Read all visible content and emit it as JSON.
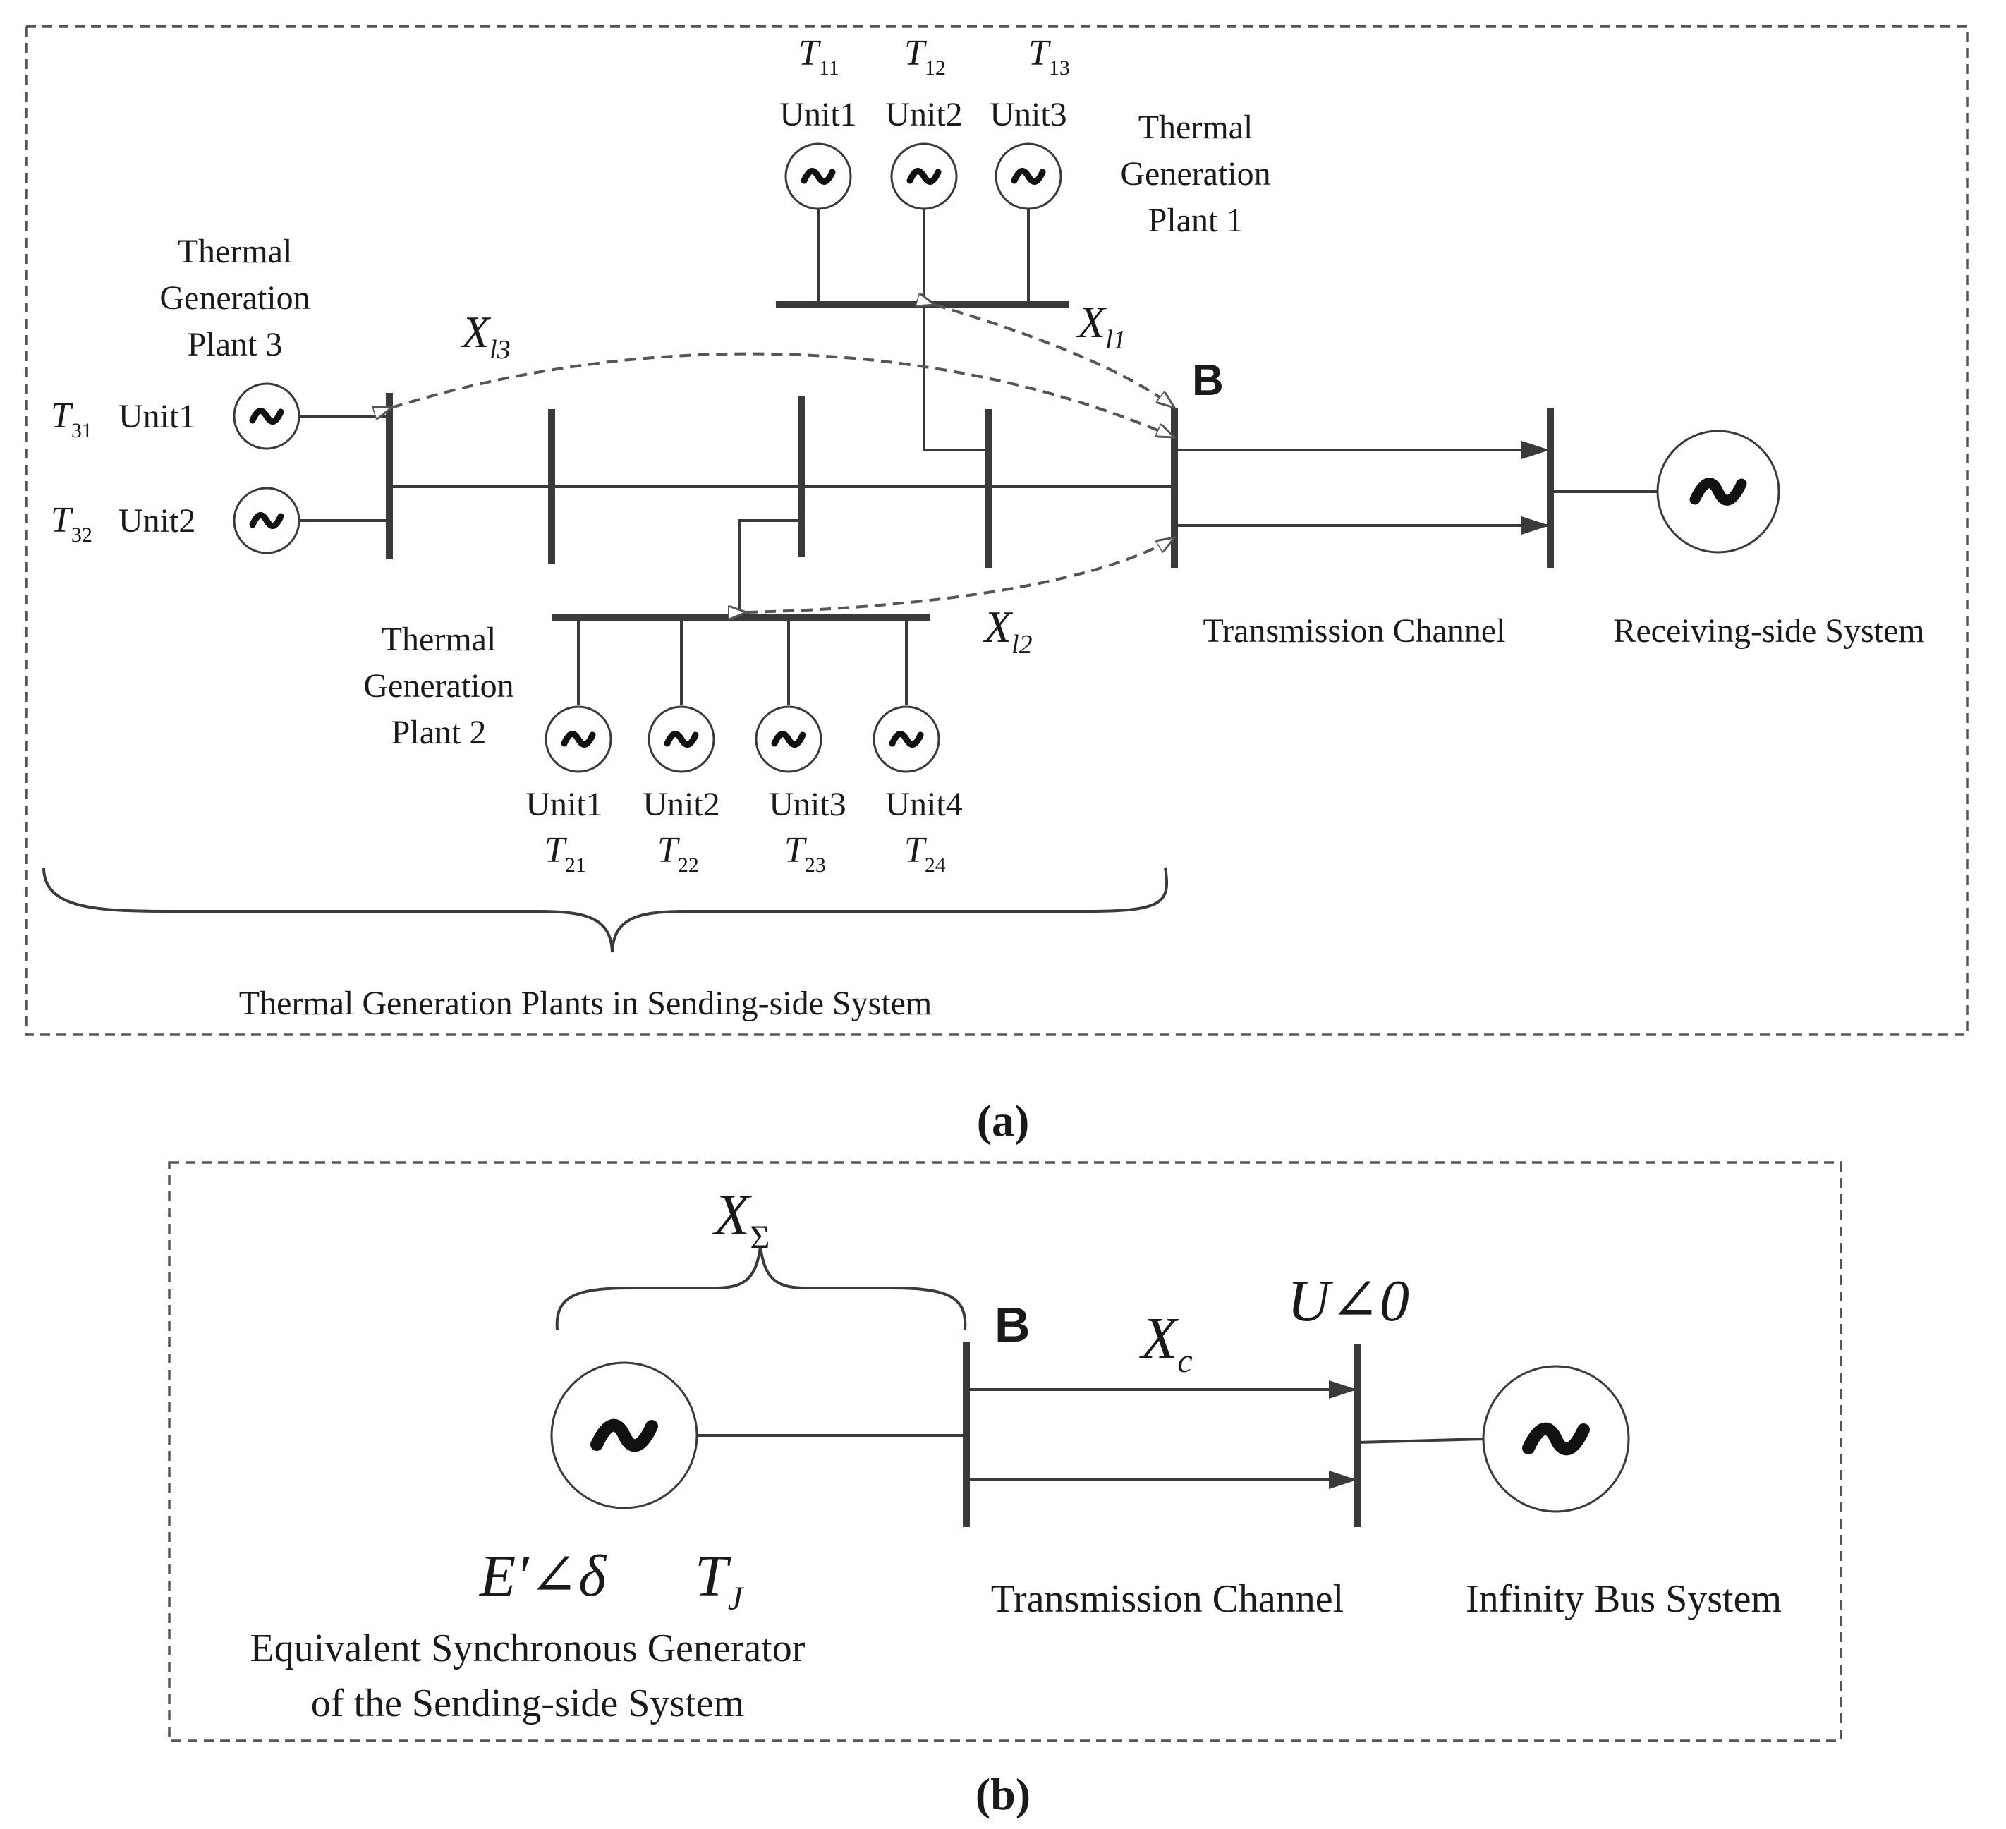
{
  "panel_a": {
    "plant1": {
      "title": [
        "Thermal",
        "Generation",
        "Plant 1"
      ],
      "units": [
        {
          "name": "Unit1",
          "t_main": "T",
          "t_sub": "11"
        },
        {
          "name": "Unit2",
          "t_main": "T",
          "t_sub": "12"
        },
        {
          "name": "Unit3",
          "t_main": "T",
          "t_sub": "13"
        }
      ]
    },
    "plant2": {
      "title": [
        "Thermal",
        "Generation",
        "Plant 2"
      ],
      "units": [
        {
          "name": "Unit1",
          "t_main": "T",
          "t_sub": "21"
        },
        {
          "name": "Unit2",
          "t_main": "T",
          "t_sub": "22"
        },
        {
          "name": "Unit3",
          "t_main": "T",
          "t_sub": "23"
        },
        {
          "name": "Unit4",
          "t_main": "T",
          "t_sub": "24"
        }
      ]
    },
    "plant3": {
      "title": [
        "Thermal",
        "Generation",
        "Plant 3"
      ],
      "units": [
        {
          "name": "Unit1",
          "t_main": "T",
          "t_sub": "31"
        },
        {
          "name": "Unit2",
          "t_main": "T",
          "t_sub": "32"
        }
      ]
    },
    "reactances": [
      {
        "main": "X",
        "sub": "l1"
      },
      {
        "main": "X",
        "sub": "l2"
      },
      {
        "main": "X",
        "sub": "l3"
      }
    ],
    "bus_label": "B",
    "transmission_label": "Transmission Channel",
    "receiving_label": "Receiving-side System",
    "group_label": "Thermal Generation Plants in Sending-side System",
    "caption": "(a)"
  },
  "panel_b": {
    "x_sigma": {
      "main": "X",
      "sub": "Σ"
    },
    "bus_label": "B",
    "xc": {
      "main": "X",
      "sub": "c"
    },
    "voltage": "U∠0",
    "emf": "E′∠δ",
    "tj": {
      "main": "T",
      "sub": "J"
    },
    "generator_label": [
      "Equivalent Synchronous Generator",
      "of the Sending-side System"
    ],
    "transmission_label": "Transmission Channel",
    "infinity_label": "Infinity Bus System",
    "caption": "(b)"
  },
  "symbols": {
    "generator_icon": "ac-generator-tilde-icon",
    "arrow_icon": "arrowhead-icon"
  },
  "colors": {
    "line": "#3a3a3a",
    "dash": "#555555",
    "text": "#1a1a1a"
  }
}
